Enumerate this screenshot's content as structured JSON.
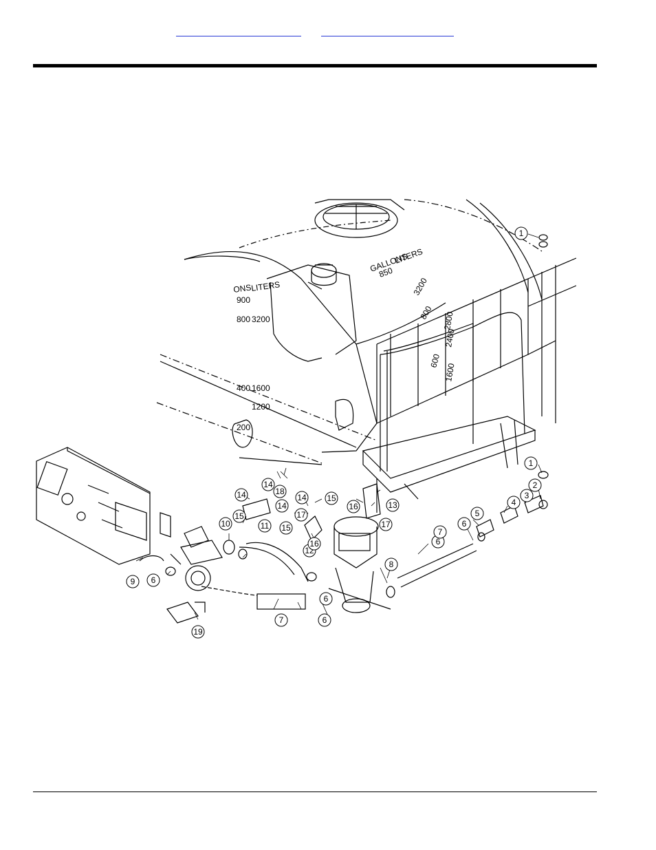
{
  "header": {
    "link_left": "",
    "link_right": ""
  },
  "diagram": {
    "tank_scale_left": {
      "heading_units": "ONS",
      "heading_metric": "LITERS",
      "values_units": [
        "900",
        "800",
        "400",
        "200"
      ],
      "values_metric": [
        "3200",
        "1600",
        "1200"
      ]
    },
    "tank_scale_right": {
      "heading_units": "GALLONS",
      "heading_metric": "LITERS",
      "values_units": [
        "850",
        "800",
        "600"
      ],
      "values_metric": [
        "3200",
        "2800",
        "2400",
        "1600"
      ]
    },
    "callouts": [
      "1",
      "1",
      "2",
      "3",
      "4",
      "5",
      "6",
      "6",
      "6",
      "6",
      "6",
      "7",
      "7",
      "8",
      "9",
      "10",
      "11",
      "12",
      "13",
      "14",
      "14",
      "14",
      "14",
      "15",
      "15",
      "15",
      "16",
      "16",
      "17",
      "17",
      "18",
      "19"
    ]
  }
}
